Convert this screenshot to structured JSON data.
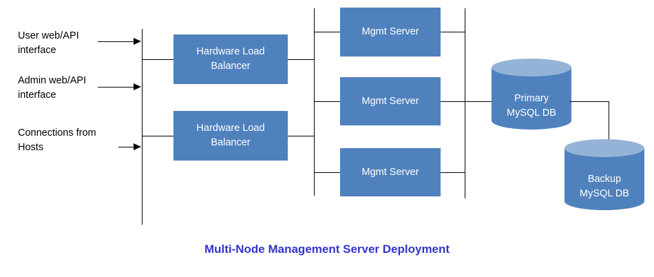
{
  "diagram": {
    "title": "Multi-Node Management Server Deployment",
    "title_color": "#3333CC",
    "box_color": "#4F81BD",
    "cylinder_top_color": "#95B3D7",
    "line_color": "#000000",
    "background": "#ffffff",
    "inputs": [
      {
        "label": "User web/API\ninterface"
      },
      {
        "label": "Admin web/API\ninterface"
      },
      {
        "label": "Connections from\nHosts"
      }
    ],
    "load_balancers": [
      {
        "label": "Hardware Load\nBalancer"
      },
      {
        "label": "Hardware Load\nBalancer"
      }
    ],
    "mgmt_servers": [
      {
        "label": "Mgmt Server"
      },
      {
        "label": "Mgmt Server"
      },
      {
        "label": "Mgmt Server"
      }
    ],
    "databases": [
      {
        "label": "Primary\nMySQL DB"
      },
      {
        "label": "Backup\nMySQL DB"
      }
    ]
  }
}
